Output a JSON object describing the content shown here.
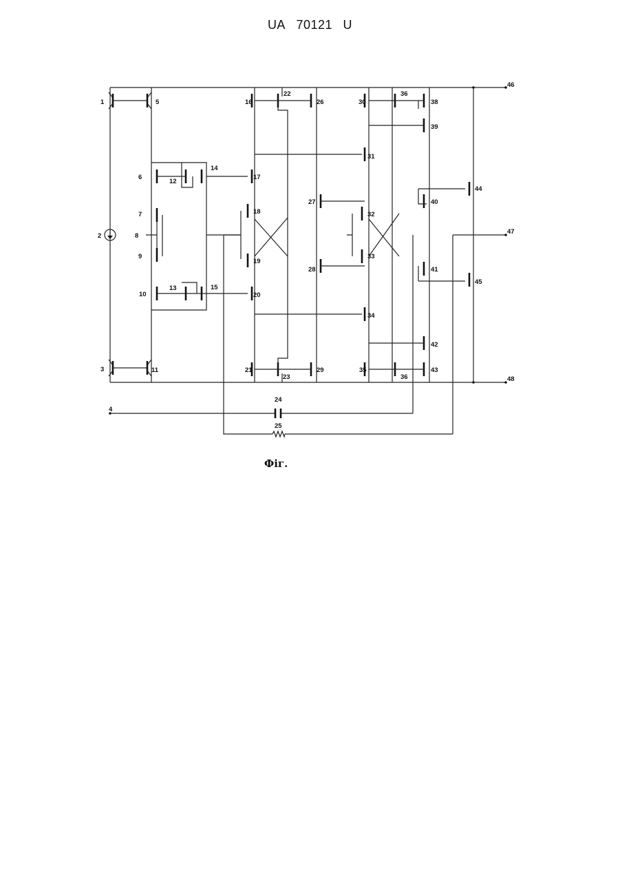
{
  "header": {
    "country": "UA",
    "number": "70121",
    "kind": "U"
  },
  "caption": "Фіг.",
  "labels": {
    "l1": "1",
    "l2": "2",
    "l3": "3",
    "l4": "4",
    "l5": "5",
    "l6": "6",
    "l7": "7",
    "l8": "8",
    "l9": "9",
    "l10": "10",
    "l11": "11",
    "l12": "12",
    "l13": "13",
    "l14": "14",
    "l15": "15",
    "l16": "16",
    "l17": "17",
    "l18": "18",
    "l19": "19",
    "l20": "20",
    "l21": "21",
    "l22": "22",
    "l23": "23",
    "l24": "24",
    "l25": "25",
    "l26": "26",
    "l27": "27",
    "l28": "28",
    "l29": "29",
    "l30": "30",
    "l31": "31",
    "l32": "32",
    "l33": "33",
    "l34": "34",
    "l35": "35",
    "l36a": "36",
    "l36b": "36",
    "l38": "38",
    "l39": "39",
    "l40": "40",
    "l41": "41",
    "l42": "42",
    "l43": "43",
    "l44": "44",
    "l45": "45",
    "l46": "46",
    "l47": "47",
    "l48": "48"
  }
}
